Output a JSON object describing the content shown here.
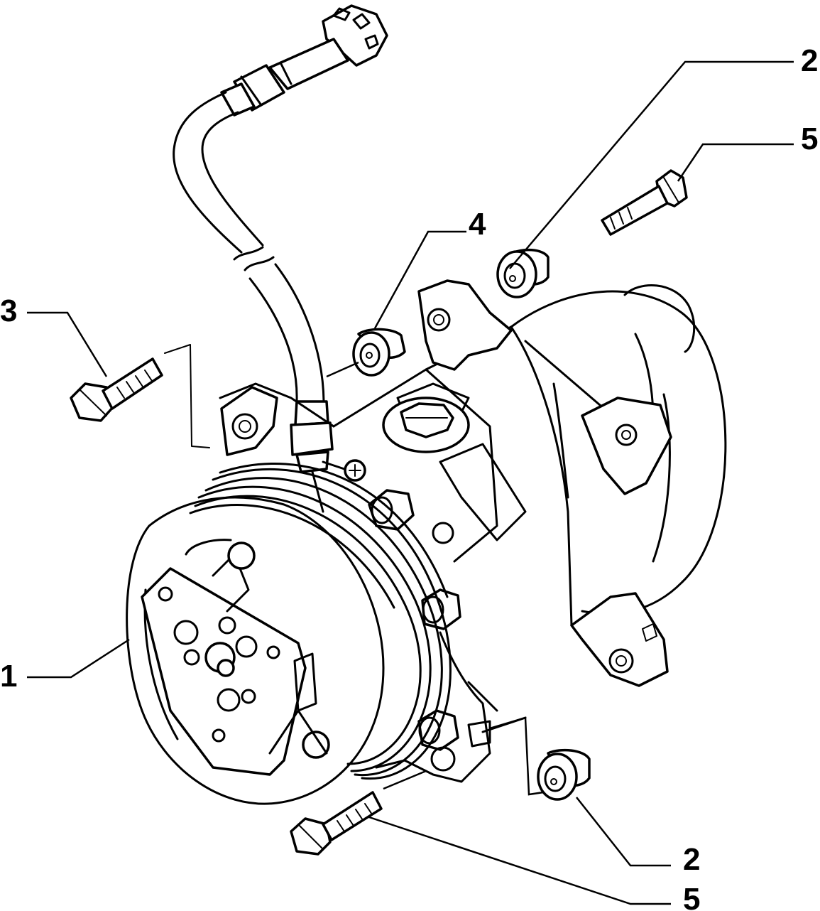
{
  "callouts": [
    {
      "id": "1",
      "text": "1"
    },
    {
      "id": "2-top",
      "text": "2"
    },
    {
      "id": "2-bottom",
      "text": "2"
    },
    {
      "id": "3",
      "text": "3"
    },
    {
      "id": "4",
      "text": "4"
    },
    {
      "id": "5-top",
      "text": "5"
    },
    {
      "id": "5-bottom",
      "text": "5"
    }
  ]
}
